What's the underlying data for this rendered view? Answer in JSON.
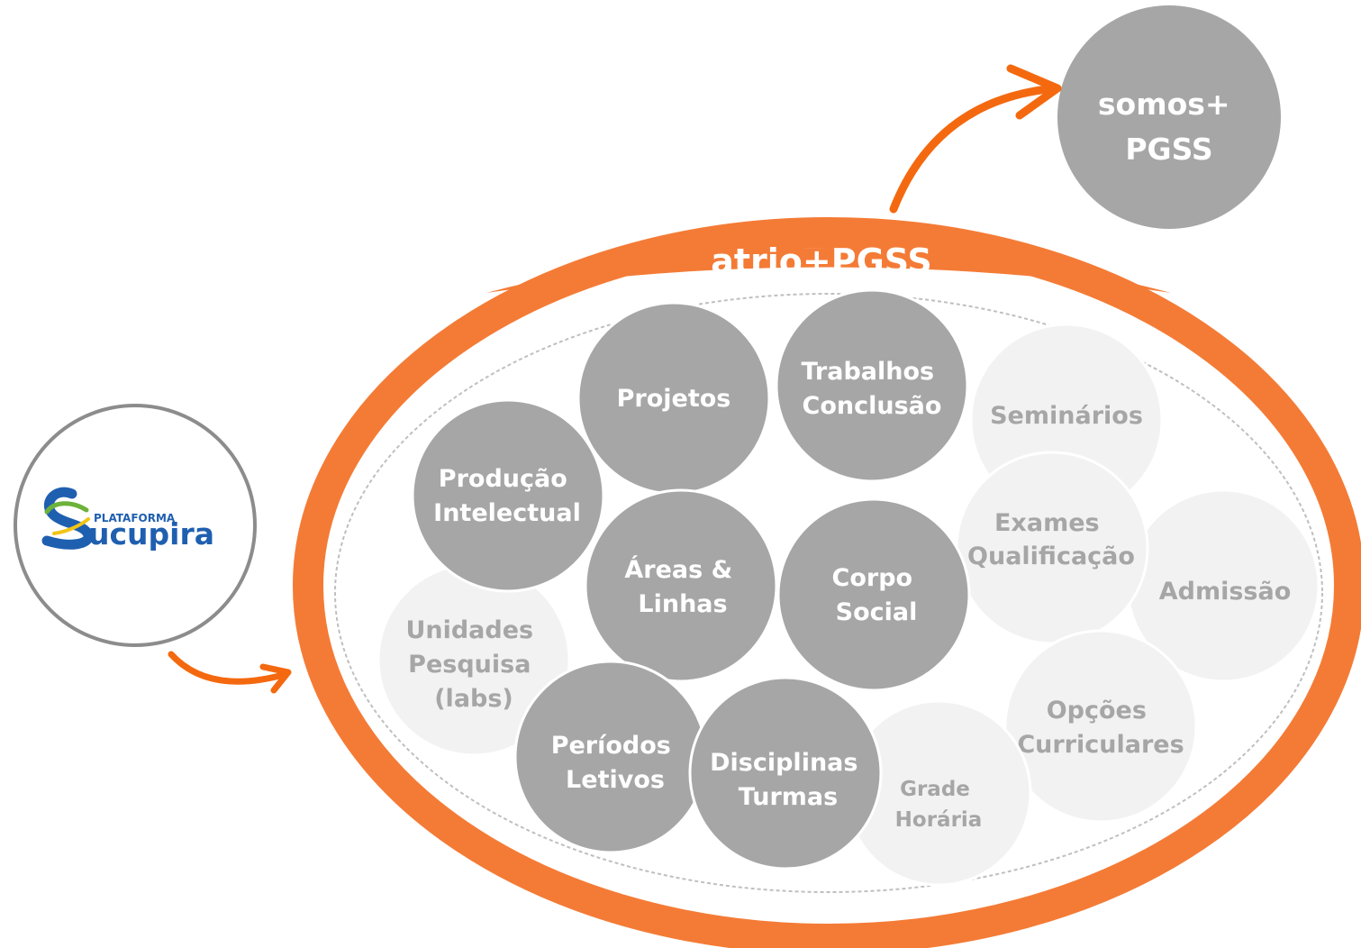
{
  "title": "atrio+PGSS",
  "external_top": {
    "line1": "somos+",
    "line2": "PGSS"
  },
  "logo": {
    "small": "PLATAFORMA",
    "big": "ucupira"
  },
  "nodes": {
    "projetos": {
      "lines": [
        "Projetos"
      ],
      "style": "dark"
    },
    "trabalhos": {
      "lines": [
        "Trabalhos",
        "Conclusão"
      ],
      "style": "dark"
    },
    "seminarios": {
      "lines": [
        "Seminários"
      ],
      "style": "light"
    },
    "producao": {
      "lines": [
        "Produção",
        "Intelectual"
      ],
      "style": "dark"
    },
    "exames": {
      "lines": [
        "Exames",
        "Qualificação"
      ],
      "style": "light"
    },
    "areas": {
      "lines": [
        "Áreas &",
        "Linhas"
      ],
      "style": "dark"
    },
    "corpo": {
      "lines": [
        "Corpo",
        "Social"
      ],
      "style": "dark"
    },
    "admissao": {
      "lines": [
        "Admissão"
      ],
      "style": "light"
    },
    "unidades": {
      "lines": [
        "Unidades",
        "Pesquisa",
        "(labs)"
      ],
      "style": "light"
    },
    "opcoes": {
      "lines": [
        "Opções",
        "Curriculares"
      ],
      "style": "light"
    },
    "periodos": {
      "lines": [
        "Períodos",
        "Letivos"
      ],
      "style": "dark"
    },
    "disciplinas": {
      "lines": [
        "Disciplinas",
        "Turmas"
      ],
      "style": "dark"
    },
    "grade": {
      "lines": [
        "Grade",
        "Horária"
      ],
      "style": "light"
    }
  },
  "colors": {
    "orange": "#f47b36",
    "arrow": "#f4690f",
    "dark_circle": "#a6a6a6",
    "light_circle": "#f2f2f2",
    "light_text": "#a6a6a6",
    "logo_blue": "#1f5fb0",
    "logo_green": "#6cb23a",
    "logo_yellow": "#f2c417"
  }
}
